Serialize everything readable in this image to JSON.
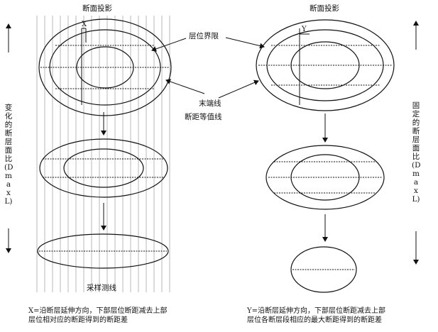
{
  "labels": {
    "projection_left": "断面投影",
    "projection_right": "断面投影",
    "x_mark": "X",
    "y_mark": "Y",
    "horizon_boundary": "层位界限",
    "tip_line": "末端线",
    "throw_contour": "断距等值线",
    "sampling_lines": "采样测线",
    "left_vertical": "变化的断层面比(DmaxL)",
    "right_vertical": "固定的断层面比(DmaxL)"
  },
  "captions": {
    "left_line1": "X=沿断层延伸方向，下部层位断距减去上部",
    "left_line2": "层位相对应的断距得到的断距差",
    "right_line1": "Y=沿断层延伸方向，下部层位断距减去上部",
    "right_line2": "层位各断层段相应的最大断距得到的断距差"
  }
}
